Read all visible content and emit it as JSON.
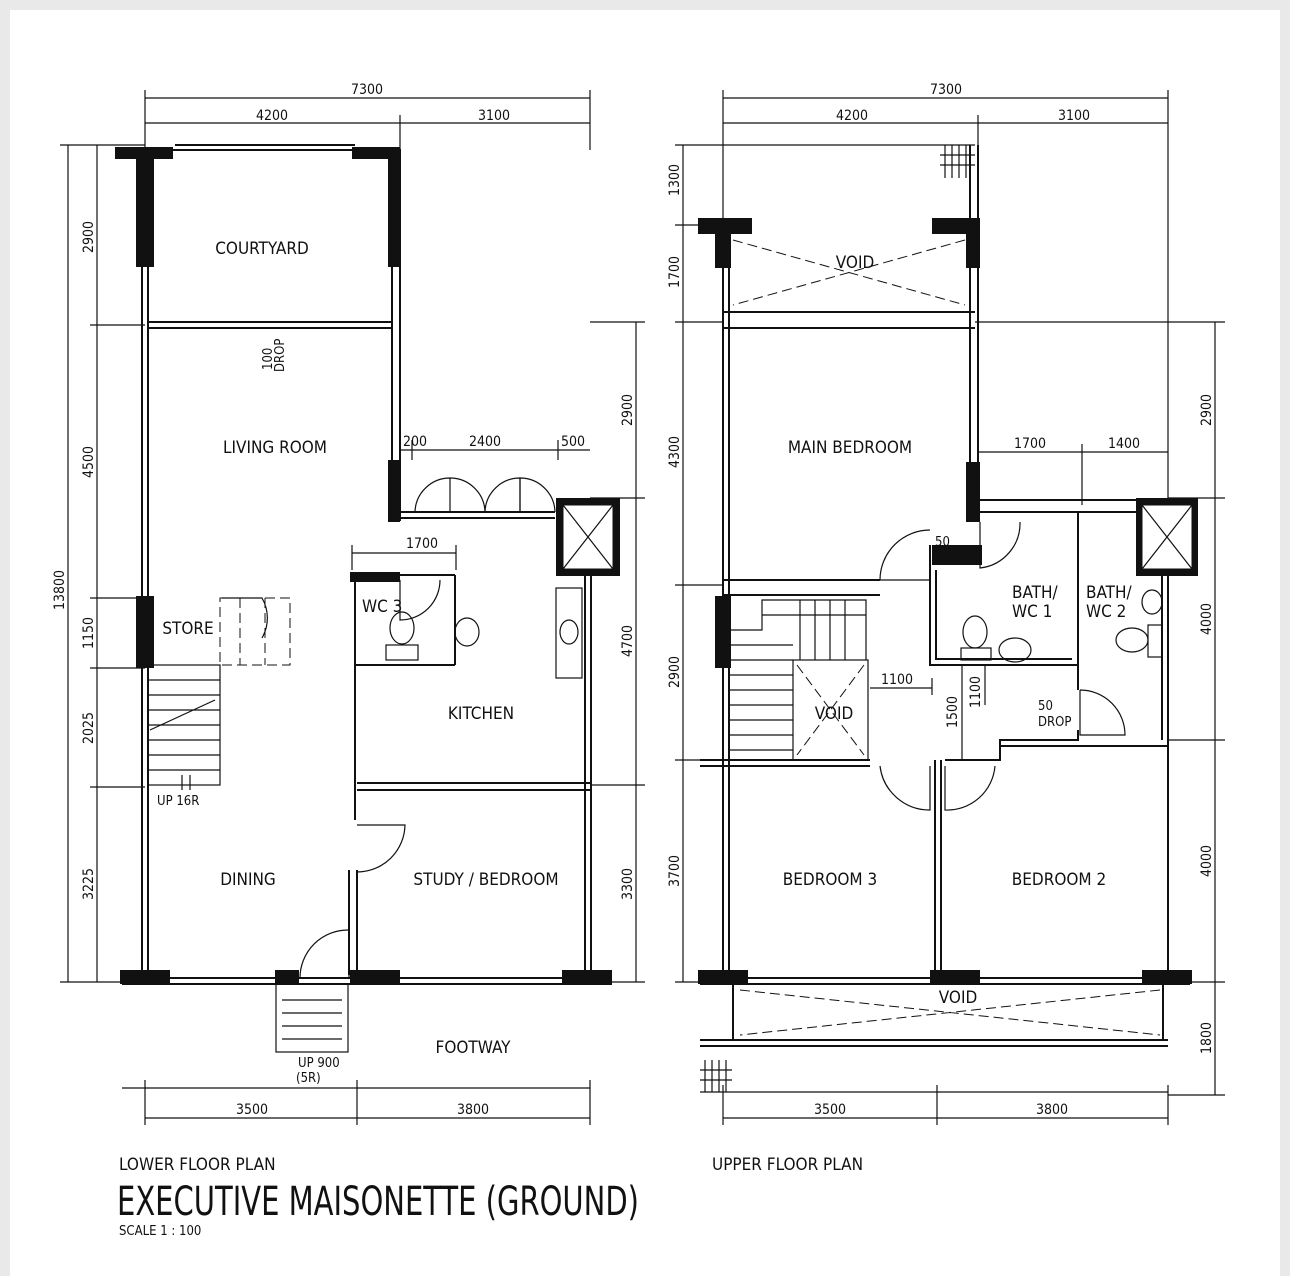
{
  "lower_plan": {
    "caption": "LOWER FLOOR PLAN",
    "rooms": {
      "courtyard": "COURTYARD",
      "living": "LIVING ROOM",
      "store": "STORE",
      "wc3": "WC 3",
      "kitchen": "KITCHEN",
      "dining": "DINING",
      "study": "STUDY / BEDROOM",
      "footway": "FOOTWAY"
    },
    "notes": {
      "drop_value": "100",
      "drop": "DROP",
      "up16": "UP 16R",
      "up900": "UP 900",
      "five_r": "(5R)"
    },
    "dims": {
      "total_w": "7300",
      "w1": "4200",
      "w2": "3100",
      "h_total": "13800",
      "h1": "2900",
      "h2": "4500",
      "h3": "1150",
      "h4": "2025",
      "h5": "3225",
      "r1": "2900",
      "r2": "4700",
      "r3": "3300",
      "k1": "200",
      "k2": "2400",
      "k3": "500",
      "wc": "1700",
      "b1": "3500",
      "b2": "3800"
    }
  },
  "upper_plan": {
    "caption": "UPPER FLOOR PLAN",
    "rooms": {
      "void_top": "VOID",
      "main": "MAIN BEDROOM",
      "bath1a": "BATH/",
      "bath1b": "WC 1",
      "bath2a": "BATH/",
      "bath2b": "WC 2",
      "void_mid": "VOID",
      "bed3": "BEDROOM 3",
      "bed2": "BEDROOM 2",
      "void_bot": "VOID"
    },
    "notes": {
      "drop1_value": "50",
      "drop1": "DROP",
      "drop2_value": "50",
      "drop2": "DROP"
    },
    "dims": {
      "total_w": "7300",
      "w1": "4200",
      "w2": "3100",
      "l1": "1300",
      "l2": "1700",
      "l3": "4300",
      "l4": "2900",
      "l5": "3700",
      "r1": "2900",
      "r2": "4000",
      "r3": "4000",
      "r4": "1800",
      "b1": "1700",
      "b2": "1400",
      "c1": "1100",
      "c2": "1500",
      "c3": "1100",
      "bw1": "3500",
      "bw2": "3800"
    }
  },
  "title": "EXECUTIVE MAISONETTE (GROUND)",
  "scale": "SCALE 1 : 100"
}
